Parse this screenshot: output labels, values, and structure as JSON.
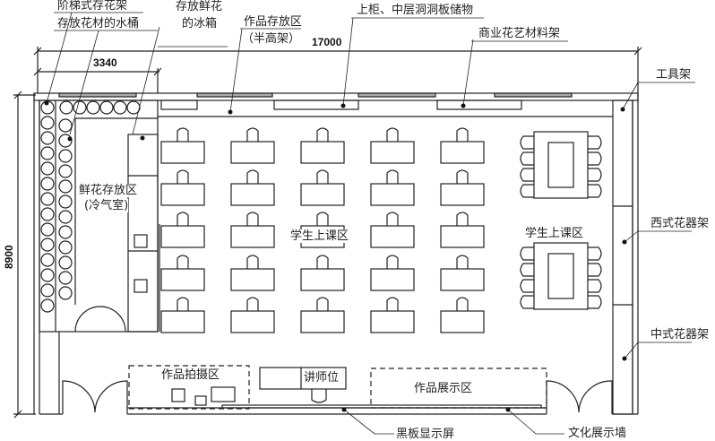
{
  "dimensions": {
    "total_width": "17000",
    "cold_room_width": "3340",
    "total_depth": "8900"
  },
  "labels": {
    "tiered_rack": "阶梯式存花架",
    "buckets": "存放花材的水桶",
    "fridge_line1": "存放鲜花",
    "fridge_line2": "的冰箱",
    "works_storage_line1": "作品存放区",
    "works_storage_line2": "（半高架）",
    "upper_cabinet": "上柜、中层洞洞板储物",
    "commercial_rack": "商业花艺材料架",
    "tool_rack": "工具架",
    "western_vase_rack": "西式花器架",
    "chinese_vase_rack": "中式花器架",
    "cold_room_line1": "鲜花存放区",
    "cold_room_line2": "(冷气室)",
    "class_area_1": "学生上课区",
    "class_area_2": "学生上课区",
    "photo_area": "作品拍摄区",
    "lecturer": "讲师位",
    "display_area": "作品展示区",
    "blackboard": "黑板显示屏",
    "culture_wall": "文化展示墙"
  }
}
